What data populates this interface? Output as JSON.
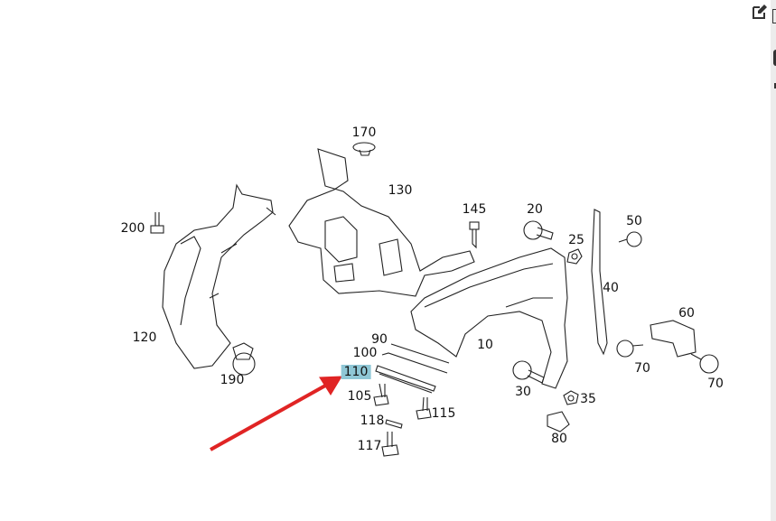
{
  "diagram": {
    "highlighted_part": "110",
    "labels": [
      {
        "id": "170",
        "text": "170"
      },
      {
        "id": "130",
        "text": "130"
      },
      {
        "id": "145",
        "text": "145"
      },
      {
        "id": "20",
        "text": "20"
      },
      {
        "id": "50",
        "text": "50"
      },
      {
        "id": "200",
        "text": "200"
      },
      {
        "id": "25",
        "text": "25"
      },
      {
        "id": "40",
        "text": "40"
      },
      {
        "id": "60",
        "text": "60"
      },
      {
        "id": "120",
        "text": "120"
      },
      {
        "id": "90",
        "text": "90"
      },
      {
        "id": "100",
        "text": "100"
      },
      {
        "id": "10",
        "text": "10"
      },
      {
        "id": "110",
        "text": "110"
      },
      {
        "id": "190",
        "text": "190"
      },
      {
        "id": "70a",
        "text": "70"
      },
      {
        "id": "70b",
        "text": "70"
      },
      {
        "id": "105",
        "text": "105"
      },
      {
        "id": "30",
        "text": "30"
      },
      {
        "id": "35",
        "text": "35"
      },
      {
        "id": "118",
        "text": "118"
      },
      {
        "id": "115",
        "text": "115"
      },
      {
        "id": "117",
        "text": "117"
      },
      {
        "id": "80",
        "text": "80"
      }
    ],
    "colors": {
      "arrow": "#e02424",
      "highlight": "#8fc7d6",
      "line": "#222222"
    }
  },
  "toolbar": {
    "edit_icon": "edit-icon"
  }
}
